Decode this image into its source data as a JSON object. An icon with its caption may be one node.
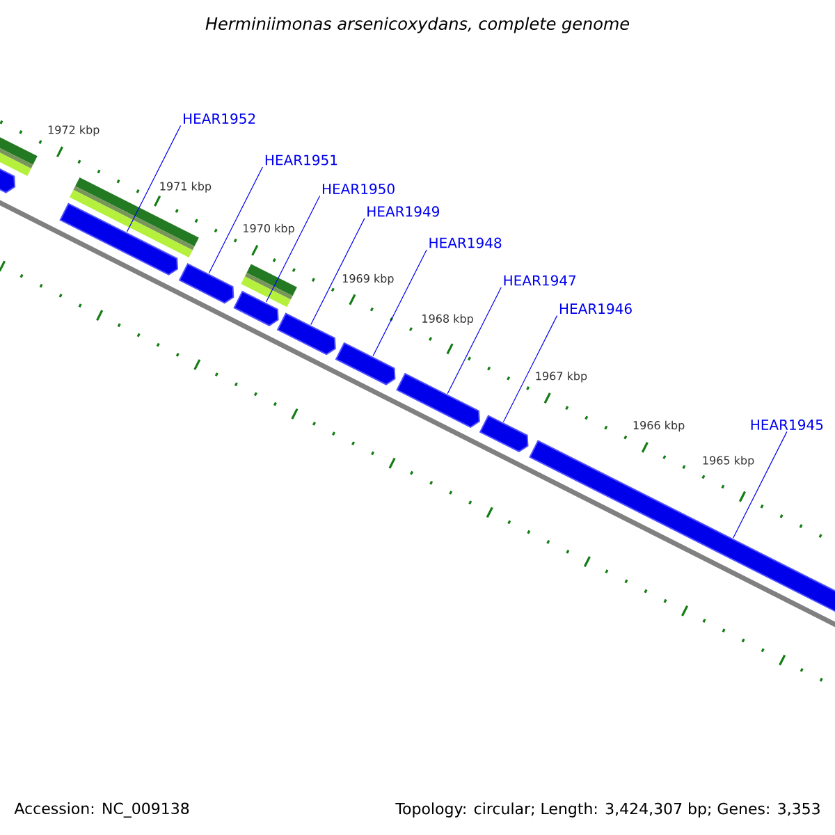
{
  "diagram": {
    "title": "Herminiimonas arsenicoxydans, complete genome",
    "nodes": [
      {
        "text": [
          "HEAR1952"
        ]
      },
      {
        "text": [
          "HEAR1951"
        ]
      },
      {
        "text": [
          "HEAR1950"
        ]
      },
      {
        "text": [
          "HEAR1949"
        ]
      },
      {
        "text": [
          "HEAR1948"
        ]
      },
      {
        "text": [
          "HEAR1947"
        ]
      },
      {
        "text": [
          "HEAR1946"
        ]
      },
      {
        "text": [
          "HEAR1945"
        ]
      },
      {
        "text": [],
        "shape": "pentagon"
      },
      {
        "text": [],
        "shape": "pentagon"
      },
      {
        "text": [],
        "shape": "pentagon"
      },
      {
        "text": [],
        "shape": "pentagon"
      },
      {
        "text": [],
        "shape": "pentagon"
      },
      {
        "text": [],
        "shape": "pentagon"
      },
      {
        "text": [],
        "shape": "pentagon"
      },
      {
        "text": [],
        "shape": "pentagon"
      },
      {
        "text": [],
        "shape": "pentagon"
      }
    ],
    "edges": [
      {
        "from": 0,
        "to": 9,
        "arrow": "none"
      },
      {
        "from": 1,
        "to": 10,
        "arrow": "none"
      },
      {
        "from": 2,
        "to": 11,
        "arrow": "none"
      },
      {
        "from": 3,
        "to": 12,
        "arrow": "none"
      },
      {
        "from": 4,
        "to": 13,
        "arrow": "none"
      },
      {
        "from": 5,
        "to": 14,
        "arrow": "none"
      },
      {
        "from": 6,
        "to": 15,
        "arrow": "none"
      },
      {
        "from": 7,
        "to": 16,
        "arrow": "none"
      }
    ],
    "labels": [
      "1972 kbp",
      "1971 kbp",
      "1970 kbp",
      "1969 kbp",
      "1968 kbp",
      "1967 kbp",
      "1966 kbp",
      "1965 kbp",
      "Accession: NC_009138",
      "Topology: circular; Length: 3,424,307 bp; Genes: 3,353"
    ]
  }
}
